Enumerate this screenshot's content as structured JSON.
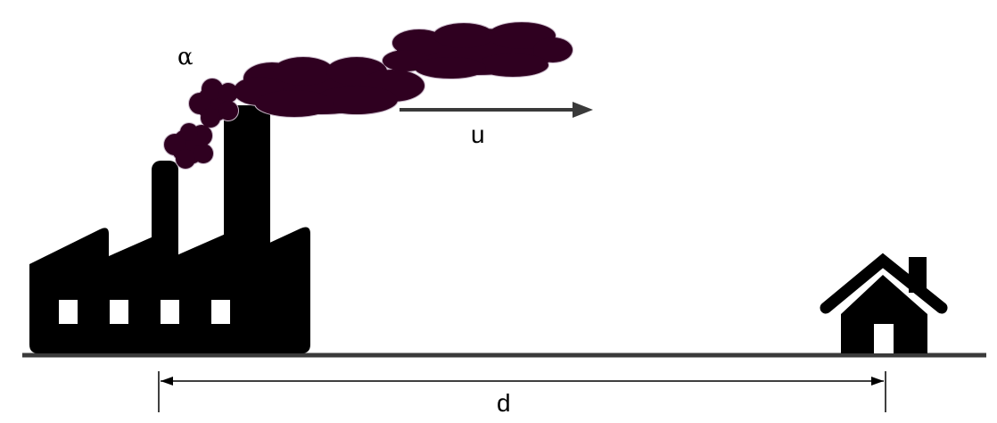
{
  "labels": {
    "alpha": "α",
    "velocity": "u",
    "distance": "d"
  },
  "colors": {
    "smoke": "#2f0020",
    "smoke_edge": "#c8b8c8",
    "silhouette": "#000000",
    "ground": "#3a3a3a",
    "arrow": "#3a3a3a",
    "window": "#ffffff"
  },
  "icons": {
    "factory": "factory-icon",
    "house": "house-icon",
    "smoke": "smoke-plume"
  }
}
